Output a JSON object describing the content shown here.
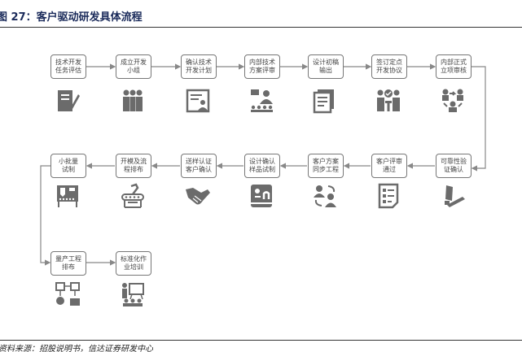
{
  "title": "图 27：客户驱动研发具体流程",
  "steps_row1": [
    "技术开发\n任务评估",
    "成立开发\n小组",
    "确认技术\n开发计划",
    "内部技术\n方案评审",
    "设计初稿\n输出",
    "签订定点\n开发协议",
    "内部正式\n立项审核"
  ],
  "steps_row2": [
    "可靠性验\n证确认",
    "客户评审\n通过",
    "客户方案\n同步工程",
    "设计确认\n样品试制",
    "送样认证\n客户确认",
    "开模及流\n程排布",
    "小批量\n试制"
  ],
  "steps_row3": [
    "量产工程\n排布",
    "标准化作\n业培训"
  ],
  "icons_row1": [
    "document-edit-icon",
    "team-icon",
    "resume-icon",
    "presentation-icon",
    "documents-icon",
    "agreement-icon",
    "approval-icon"
  ],
  "icons_row2": [
    "computer-icon",
    "checklist-icon",
    "exchange-users-icon",
    "id-card-icon",
    "handshake-icon",
    "robot-arm-icon",
    "machine-icon"
  ],
  "icons_row3": [
    "workflow-icon",
    "training-icon"
  ],
  "source": "资料来源：招股说明书，信达证券研发中心",
  "colors": {
    "icon": "#6b6b6b",
    "border": "#777777",
    "title": "#1a2a5a"
  }
}
